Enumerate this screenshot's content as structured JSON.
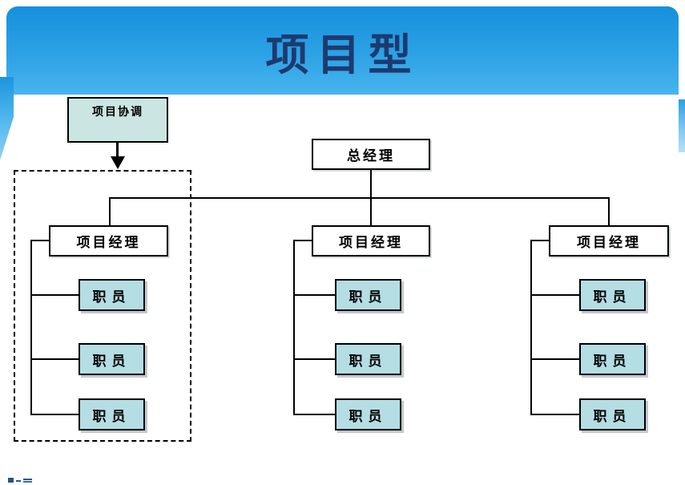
{
  "slide": {
    "title": "项目型"
  },
  "org": {
    "coordination_label": "项目协调",
    "root_label": "总经理",
    "columns": [
      {
        "manager": "项目经理",
        "staff": [
          "职员",
          "职员",
          "职员"
        ]
      },
      {
        "manager": "项目经理",
        "staff": [
          "职员",
          "职员",
          "职员"
        ]
      },
      {
        "manager": "项目经理",
        "staff": [
          "职员",
          "职员",
          "职员"
        ]
      }
    ]
  },
  "colors": {
    "band_gradient_top": "#1590dc",
    "band_gradient_bottom": "#48b4ee",
    "title_text": "#1d3a70",
    "coordination_fill": "#cbe5e2",
    "staff_fill": "#b4dde4",
    "manager_fill": "#ffffff",
    "box_border": "#000000",
    "footer_mark": "#2f5496"
  }
}
